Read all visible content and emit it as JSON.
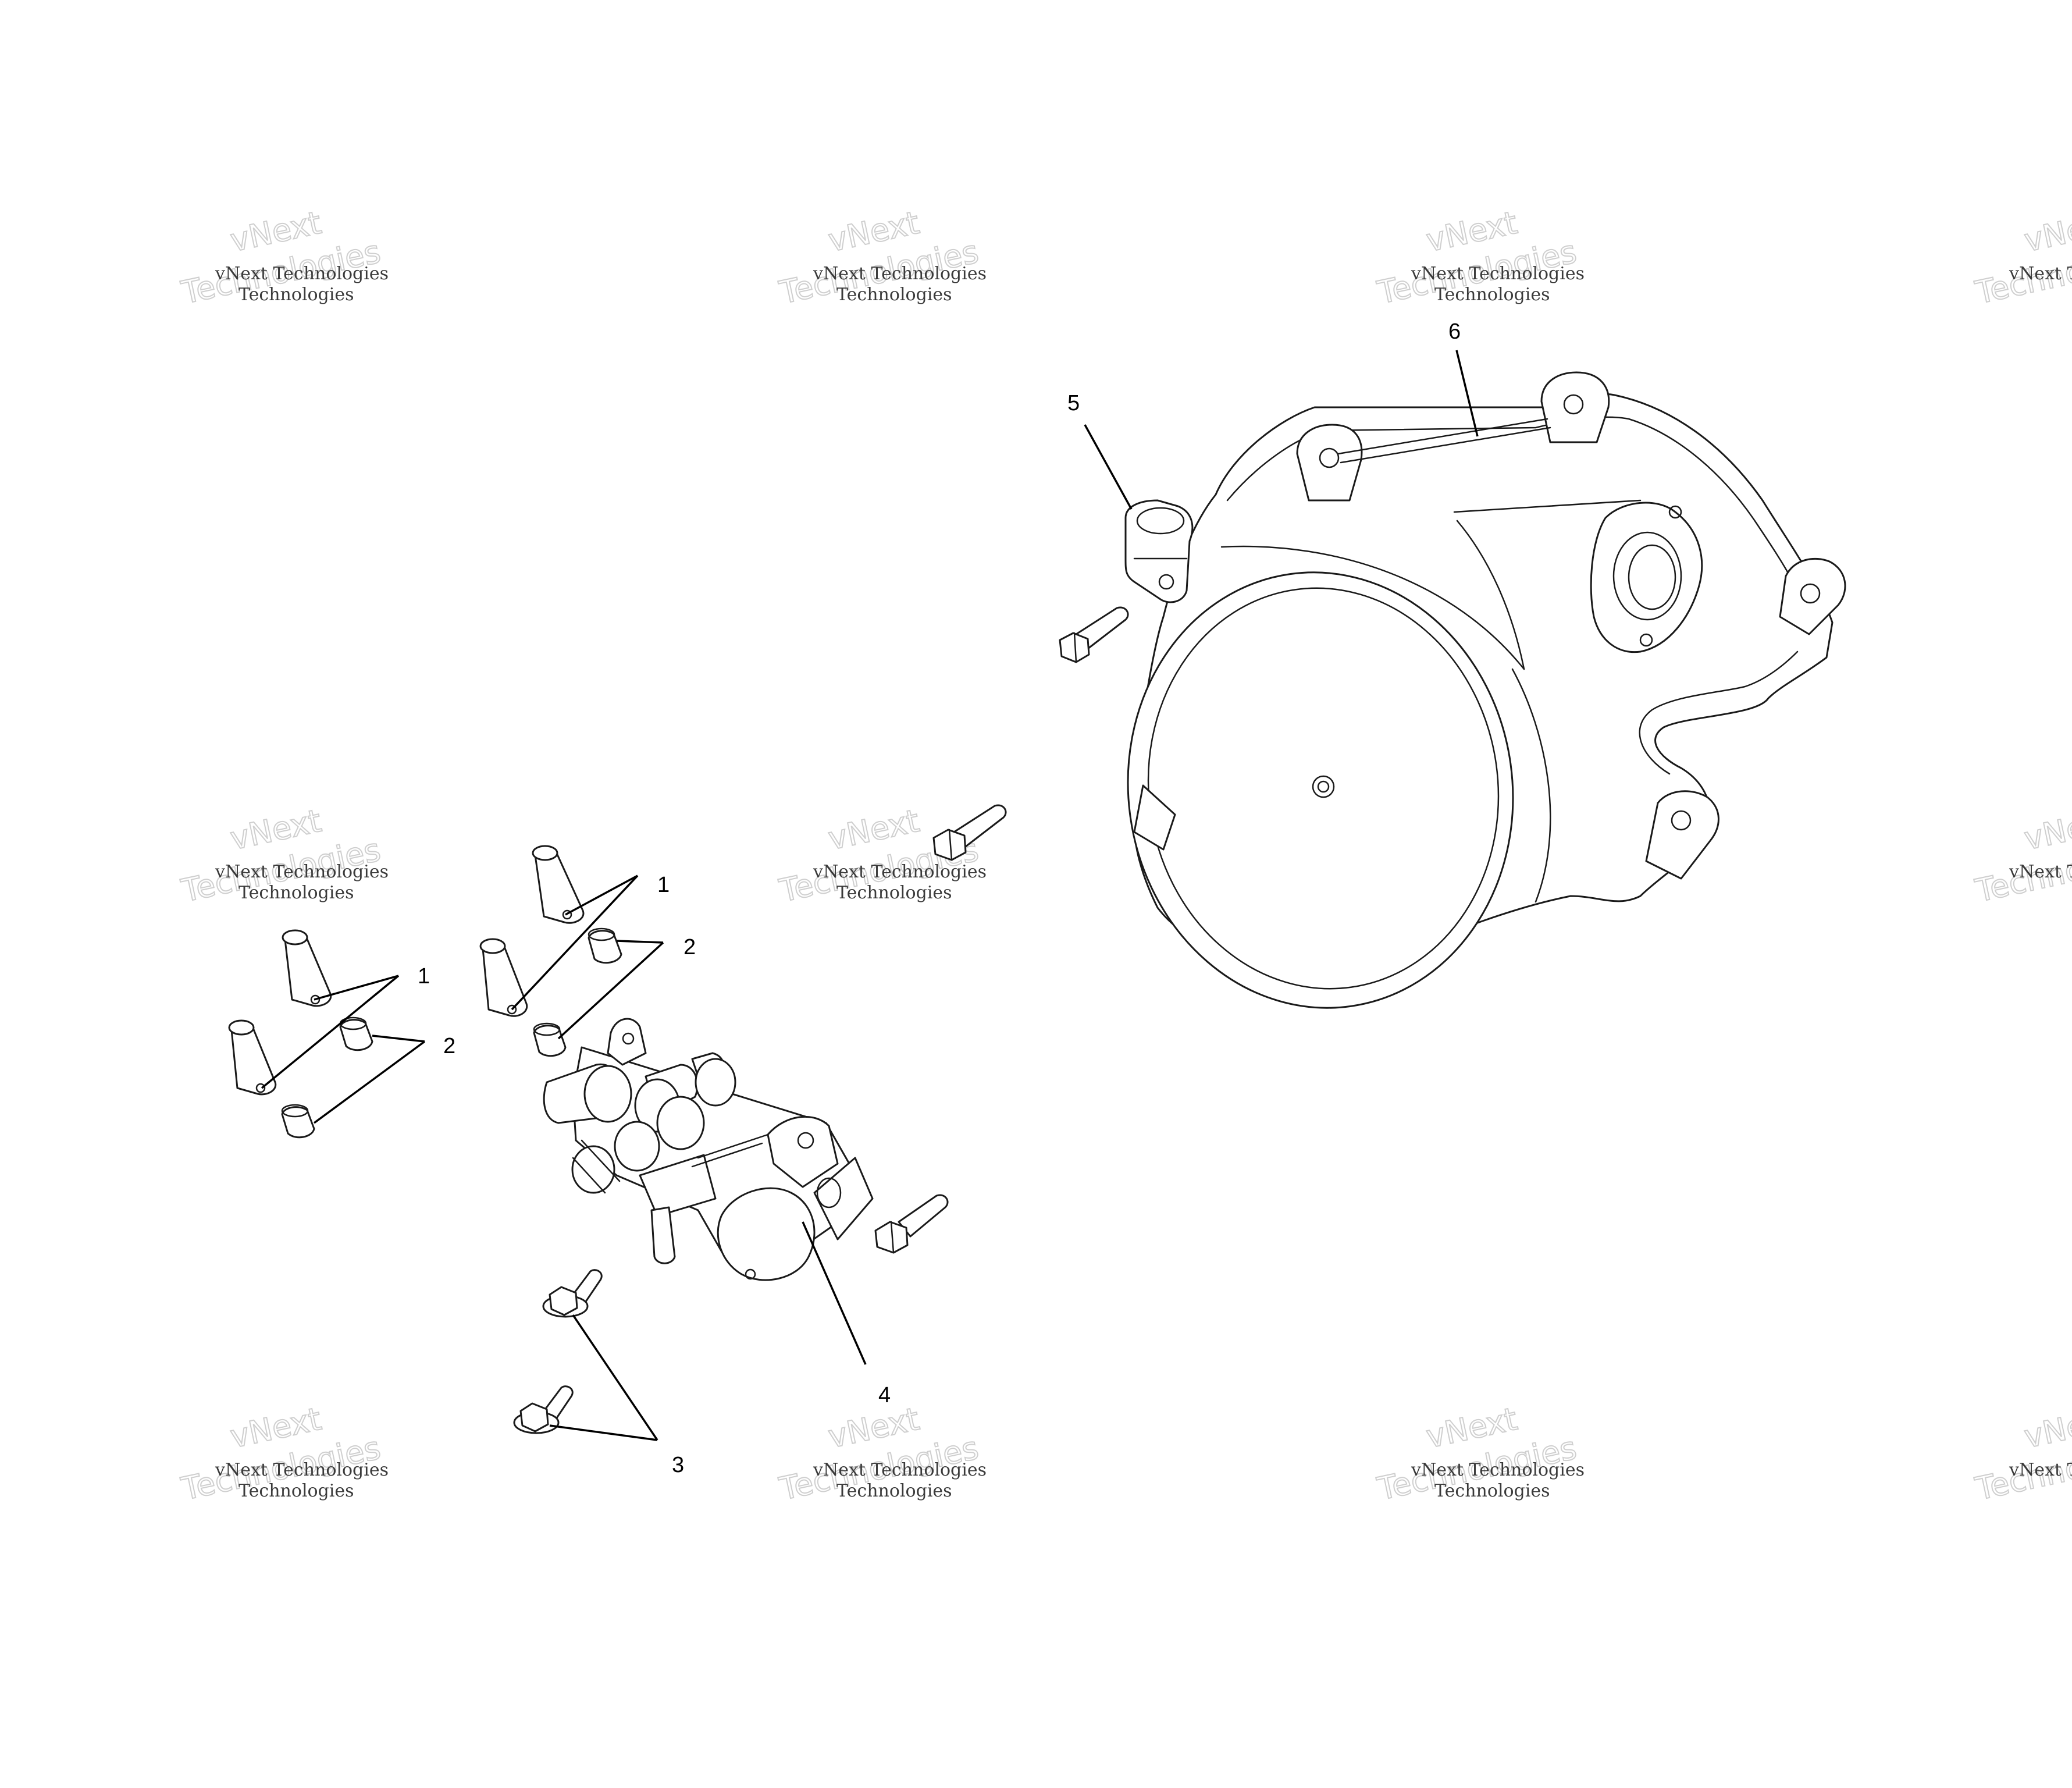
{
  "watermark": {
    "line": "vNext Technologies",
    "back_top": "vNext",
    "back_bottom": "Technologies"
  },
  "callouts": {
    "c1a": "1",
    "c1b": "1",
    "c2a": "2",
    "c2b": "2",
    "c3": "3",
    "c4": "4",
    "c5": "5",
    "c6": "6"
  },
  "colors": {
    "line": "#1a1a1a",
    "background": "#ffffff",
    "watermark_outline": "#cfcfcf"
  }
}
